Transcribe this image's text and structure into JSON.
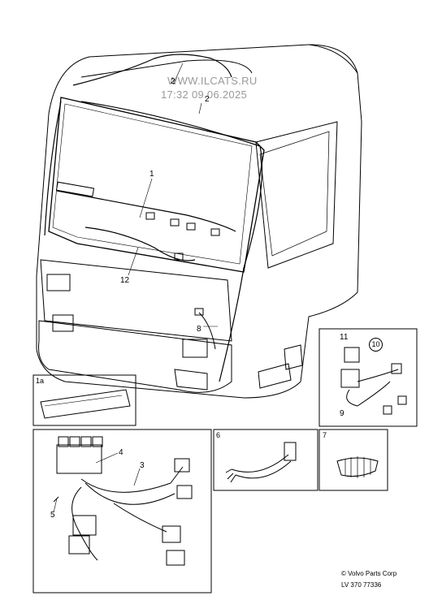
{
  "watermark": {
    "line1": "WWW.ILCATS.RU",
    "line2": "17:32 09.06.2025"
  },
  "callouts": {
    "c1": "1",
    "c2a": "2",
    "c2b": "2",
    "c8": "8",
    "c12": "12",
    "c11": "11",
    "c10": "10",
    "c9": "9",
    "c4": "4",
    "c3": "3",
    "c5": "5"
  },
  "panels": {
    "p1a": "1a",
    "p6": "6",
    "p7": "7"
  },
  "footer": {
    "copyright": "© Volvo Parts Corp",
    "code": "LV 370 77336"
  }
}
